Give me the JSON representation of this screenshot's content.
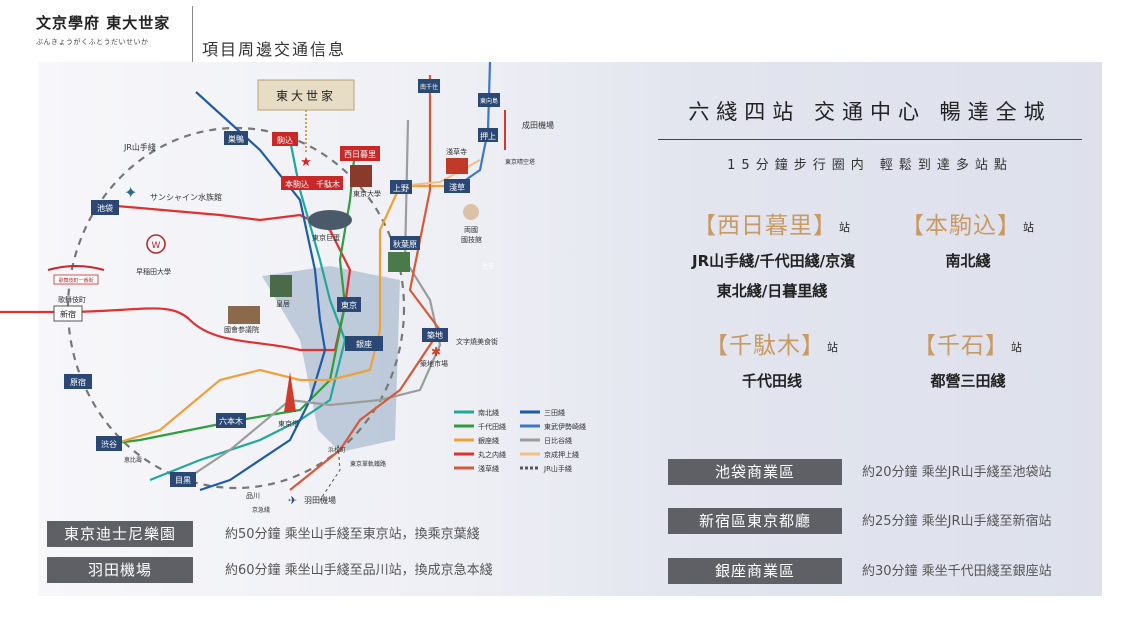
{
  "header": {
    "brand_title": "文京學府 東大世家",
    "brand_subtitle": "ぶんきょうがくふとうだいせいか",
    "page_title": "項目周邊交通信息"
  },
  "map": {
    "project_label": "東大世家",
    "stations": {
      "nishi_nippori": "西日暮里",
      "honkomagome": "本駒込",
      "komagome": "駒込",
      "sugamo": "巣鴨",
      "ueno": "上野",
      "asakusa": "淺草",
      "minowa": "南千住",
      "oshiage": "押上",
      "hikifune": "東向島",
      "akihabara": "秋葉原",
      "tokyo": "東京",
      "ginza": "銀座",
      "tsukiji": "築地",
      "ikebukuro": "池袋",
      "shinjuku": "新宿",
      "harajuku": "原宿",
      "shibuya": "渋谷",
      "roppongi": "六本木",
      "meguro": "目黒",
      "sendagi": "千駄木",
      "hakusan": "本駒込"
    },
    "landmarks": {
      "yamanote": "JR山手綫",
      "sunshine": "サンシャイン水族館",
      "waseda": "早稲田大學",
      "kabukicho": "歌舞伎町",
      "kabukicho_sign": "歌舞伎町一番街",
      "todai": "東京大學",
      "tokyo_dome": "東京巨蛋",
      "kokkai": "國會参議院",
      "kokyo": "皇居",
      "senso_ji": "淺草寺",
      "skytree_airport": "成田機場",
      "skytree_area": "東京晴空塔",
      "ryogoku": "両國",
      "kokugikan": "國技館",
      "kabukiza": "文字燒美食街",
      "tsukiji_market": "築地市場",
      "tokyo_tower": "東京塔",
      "haneda_airport": "羽田機場",
      "shinagawa": "品川",
      "keikyu": "京急綫",
      "hamamatsucho": "浜松町",
      "monorail": "東京單軌鐵路",
      "ebisu": "恵比壽",
      "hoshi": "住吉"
    },
    "legend": [
      {
        "label": "南北綫",
        "color": "#20a89a"
      },
      {
        "label": "三田綫",
        "color": "#1f5ca8"
      },
      {
        "label": "千代田綫",
        "color": "#2e9e3e"
      },
      {
        "label": "東武伊勢崎綫",
        "color": "#3c78c8"
      },
      {
        "label": "銀座綫",
        "color": "#f0a038"
      },
      {
        "label": "日比谷綫",
        "color": "#9c9c9c"
      },
      {
        "label": "丸之内綫",
        "color": "#e03030"
      },
      {
        "label": "京成押上綫",
        "color": "#f2bd86"
      },
      {
        "label": "淺草綫",
        "color": "#d55a3a"
      },
      {
        "label": "JR山手綫",
        "color": "#555555"
      }
    ]
  },
  "sidebar": {
    "headline": "六綫四站 交通中心 暢達全城",
    "subhead": "15分鐘步行圈内 輕鬆到達多站點",
    "station_suffix": "站",
    "stations": [
      {
        "name": "【西日暮里】",
        "lines": [
          "JR山手綫/千代田綫/京濱",
          "東北綫/日暮里綫"
        ]
      },
      {
        "name": "【本駒込】",
        "lines": [
          "南北綫"
        ]
      },
      {
        "name": "【千駄木】",
        "lines": [
          "千代田线"
        ]
      },
      {
        "name": "【千石】",
        "lines": [
          "都營三田綫"
        ]
      }
    ]
  },
  "routes_left": [
    {
      "label": "東京迪士尼樂園",
      "desc": "約50分鐘 乘坐山手綫至東京站，換乘京葉綫"
    },
    {
      "label": "羽田機場",
      "desc": "約60分鐘 乘坐山手綫至品川站，換成京急本綫"
    }
  ],
  "routes_right": [
    {
      "label": "池袋商業區",
      "desc": "約20分鐘 乘坐JR山手綫至池袋站"
    },
    {
      "label": "新宿區東京都廳",
      "desc": "約25分鐘 乘坐JR山手綫至新宿站"
    },
    {
      "label": "銀座商業區",
      "desc": "約30分鐘 乘坐千代田綫至銀座站"
    }
  ]
}
